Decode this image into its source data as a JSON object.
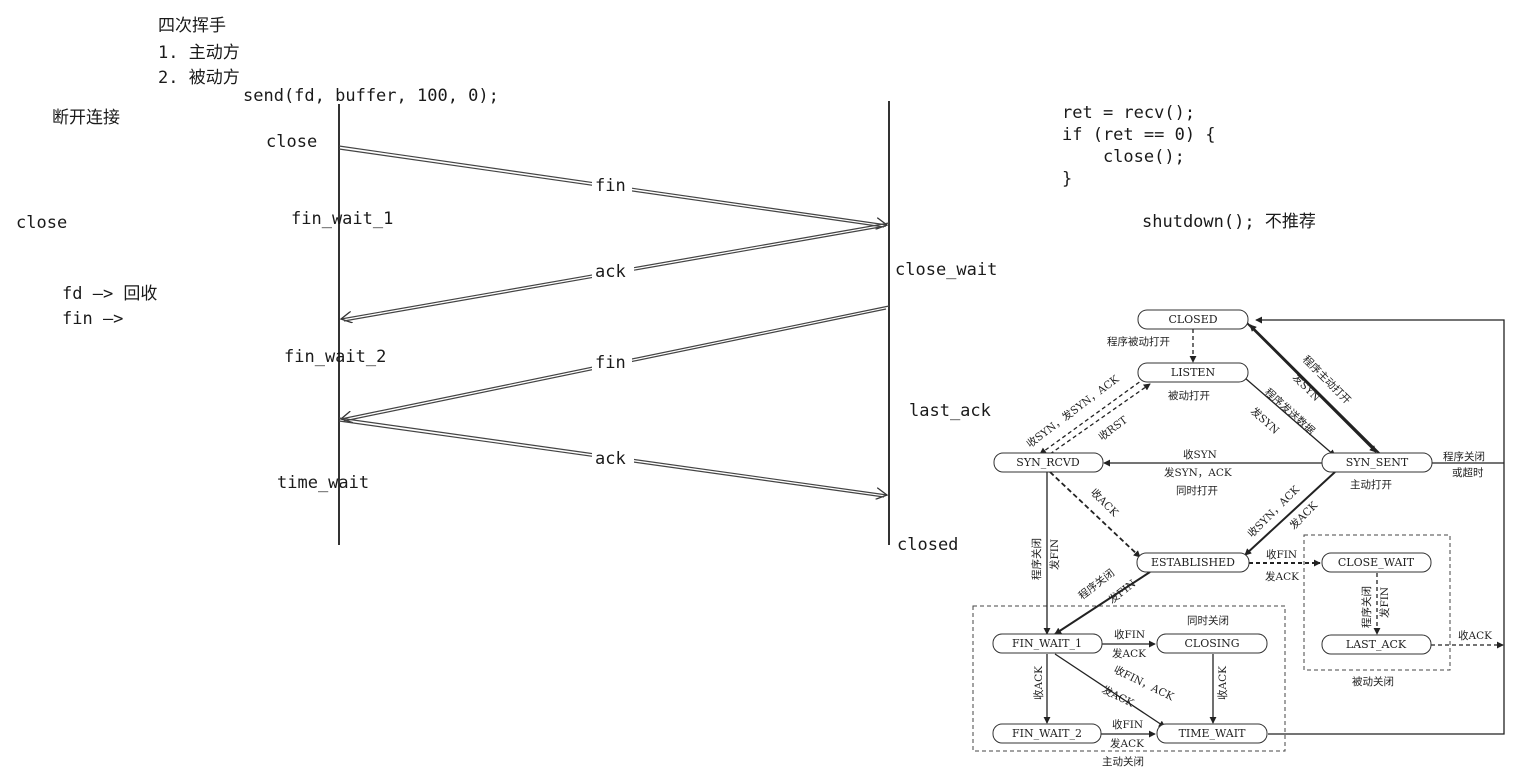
{
  "notes": {
    "title": "四次挥手",
    "item1": "1. 主动方",
    "item2": "2. 被动方",
    "send_call": "send(fd, buffer, 100, 0);",
    "disconnect": "断开连接",
    "close_left": "close",
    "fd_line": "fd —> 回收",
    "fin_line": "fin —>"
  },
  "sequence": {
    "client_close": "close",
    "fin_wait_1": "fin_wait_1",
    "fin_wait_2": "fin_wait_2",
    "time_wait": "time_wait",
    "close_wait": "close_wait",
    "last_ack": "last_ack",
    "closed": "closed",
    "msg1": "fin",
    "msg2": "ack",
    "msg3": "fin",
    "msg4": "ack"
  },
  "code": {
    "line1": "ret = recv();",
    "line2": "if (ret == 0) {",
    "line3": "    close();",
    "line4": "}",
    "shutdown": "shutdown(); 不推荐"
  },
  "state_diagram": {
    "states": {
      "closed": "CLOSED",
      "listen": "LISTEN",
      "syn_rcvd": "SYN_RCVD",
      "syn_sent": "SYN_SENT",
      "established": "ESTABLISHED",
      "close_wait": "CLOSE_WAIT",
      "last_ack": "LAST_ACK",
      "fin_wait_1": "FIN_WAIT_1",
      "closing": "CLOSING",
      "fin_wait_2": "FIN_WAIT_2",
      "time_wait": "TIME_WAIT"
    },
    "labels": {
      "passive_open_prog": "程序被动打开",
      "passive_open": "被动打开",
      "active_open_prog": "程序主动打开",
      "send_syn": "发SYN",
      "prog_send_data": "程序发送数据",
      "send_syn_2": "发SYN",
      "recv_syn_send_syn_ack": "收SYN，发SYN，ACK",
      "recv_rst": "收RST",
      "recv_syn": "收SYN",
      "send_syn_ack": "发SYN，ACK",
      "simultaneous_open": "同时打开",
      "active_open": "主动打开",
      "prog_close_timeout_1": "程序关闭",
      "prog_close_timeout_2": "或超时",
      "recv_ack": "收ACK",
      "recv_syn_ack": "收SYN，ACK",
      "send_ack": "发ACK",
      "prog_close_send_fin_1": "程序关闭",
      "prog_close_send_fin_2": "发FIN",
      "prog_close": "程序关闭",
      "send_fin": "发FIN",
      "recv_fin": "收FIN",
      "send_ack_2": "发ACK",
      "simultaneous_close": "同时关闭",
      "recv_fin_2": "收FIN",
      "send_ack_3": "发ACK",
      "prog_close_3": "程序关闭",
      "send_fin_3": "发FIN",
      "recv_ack_2": "收ACK",
      "passive_close": "被动关闭",
      "recv_ack_3": "收ACK",
      "recv_ack_4": "收ACK",
      "recv_fin_ack": "收FIN，ACK",
      "send_ack_4": "发ACK",
      "recv_fin_3": "收FIN",
      "send_ack_5": "发ACK",
      "active_close": "主动关闭"
    }
  }
}
